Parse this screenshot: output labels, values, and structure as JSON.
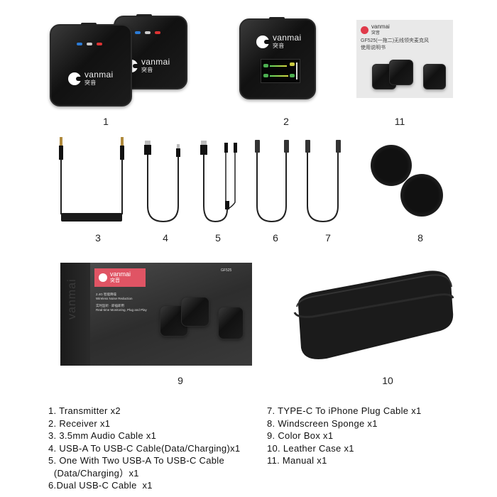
{
  "brand": {
    "name": "vanmai",
    "name_cn": "突音",
    "accent_color": "#e03a4a"
  },
  "items": [
    {
      "id": "1",
      "label": "1",
      "component": "transmitter"
    },
    {
      "id": "2",
      "label": "2",
      "component": "receiver"
    },
    {
      "id": "11",
      "label": "11",
      "component": "manual"
    },
    {
      "id": "3",
      "label": "3",
      "component": "3.5mm-audio-cable"
    },
    {
      "id": "4",
      "label": "4",
      "component": "usb-a-to-usb-c-cable"
    },
    {
      "id": "5",
      "label": "5",
      "component": "one-to-two-usb-a-to-usb-c-cable"
    },
    {
      "id": "6",
      "label": "6",
      "component": "dual-usb-c-cable"
    },
    {
      "id": "7",
      "label": "7",
      "component": "type-c-to-iphone-cable"
    },
    {
      "id": "8",
      "label": "8",
      "component": "windscreen-sponge"
    },
    {
      "id": "9",
      "label": "9",
      "component": "color-box"
    },
    {
      "id": "10",
      "label": "10",
      "component": "leather-case"
    }
  ],
  "manual": {
    "title_line1": "GF525(一拖二)无线领夹麦克风",
    "title_line2": "使用说明书"
  },
  "color_box": {
    "model": "GF525",
    "feature1_cn": "2.4G 智能降噪",
    "feature1_en": "Wireless Noise Reduction",
    "feature2_cn": "实时监听 · 即插即用",
    "feature2_en": "Real-time Monitoring, Plug and Play",
    "side_text": "vanmai"
  },
  "package_list": {
    "left": [
      "1. Transmitter x2",
      "2. Receiver x1",
      "3. 3.5mm Audio Cable x1",
      "4. USB-A To USB-C Cable(Data/Charging)x1",
      "5. One With Two USB-A To USB-C Cable",
      "  (Data/Charging）x1",
      "6.Dual USB-C Cable  x1"
    ],
    "right": [
      "7. TYPE-C To iPhone Plug Cable x1",
      "8. Windscreen Sponge x1",
      "9. Color Box x1",
      "10. Leather Case x1",
      "11. Manual x1"
    ]
  }
}
